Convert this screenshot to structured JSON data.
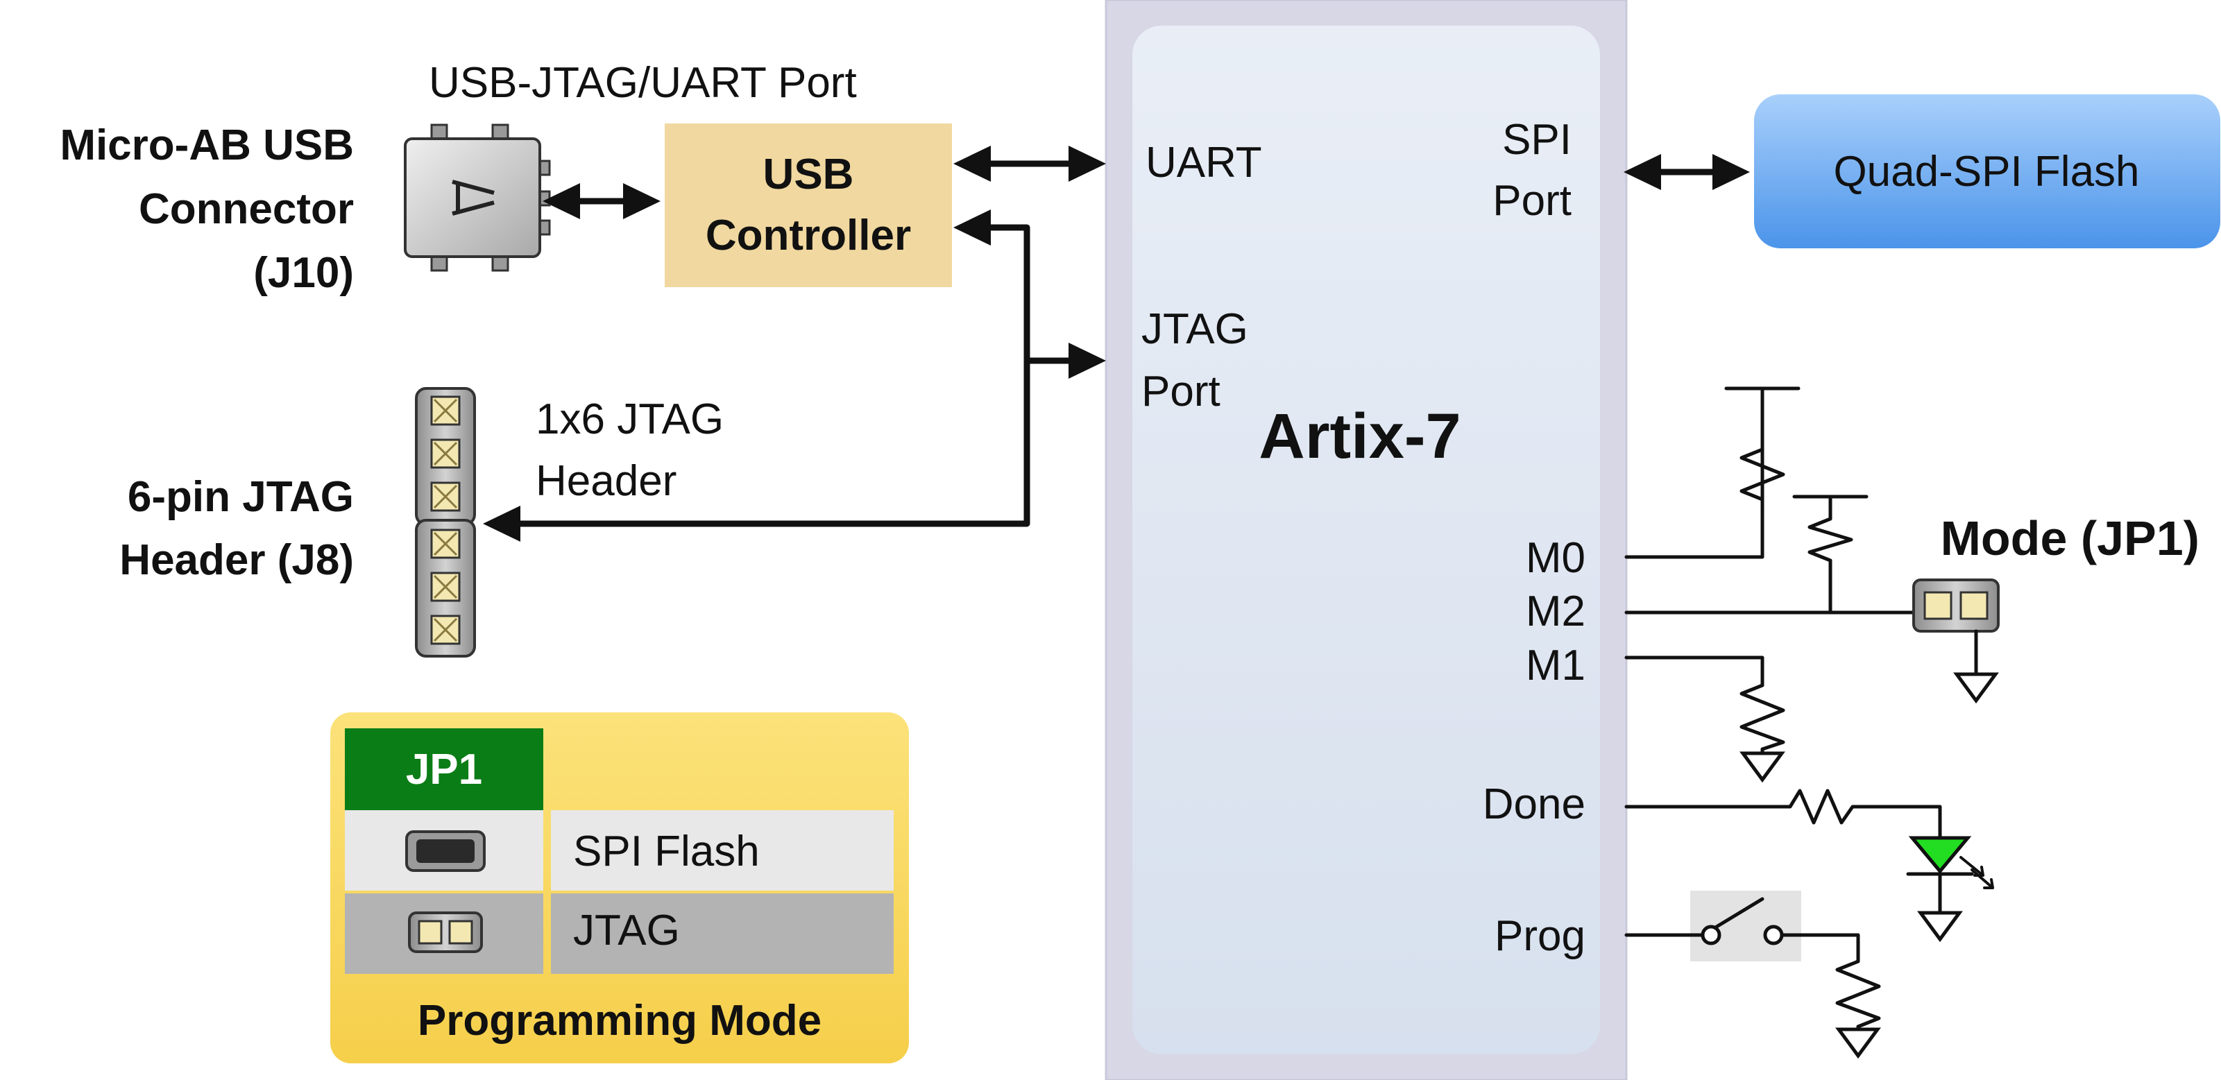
{
  "usb_port_label": "USB-JTAG/UART Port",
  "micro_usb": {
    "line1": "Micro-AB USB",
    "line2": "Connector",
    "line3": "(J10)"
  },
  "usb_controller": {
    "line1": "USB",
    "line2": "Controller"
  },
  "jtag_header": {
    "line1": "6-pin JTAG",
    "line2": "Header (J8)"
  },
  "header_1x6": {
    "line1": "1x6 JTAG",
    "line2": "Header"
  },
  "fpga": {
    "name": "Artix-7",
    "uart": "UART",
    "jtag_port": {
      "line1": "JTAG",
      "line2": "Port"
    },
    "spi_port": {
      "line1": "SPI",
      "line2": "Port"
    },
    "pins": {
      "m0": "M0",
      "m2": "M2",
      "m1": "M1",
      "done": "Done",
      "prog": "Prog"
    }
  },
  "flash_label": "Quad-SPI Flash",
  "mode_jp1_label": "Mode (JP1)",
  "prog_table": {
    "header": "JP1",
    "rows": [
      {
        "label": "SPI Flash",
        "jumper": "shunted"
      },
      {
        "label": "JTAG",
        "jumper": "open"
      }
    ],
    "title": "Programming Mode"
  },
  "colors": {
    "fpga_outer": "#d8d7e6",
    "fpga_inner": "#e3e8f2",
    "usb_controller": "#f0d8a0",
    "flash": "#5aa2f0",
    "table_frame": "#f8d860",
    "table_header": "#0a7d16",
    "led": "#22dd22"
  }
}
